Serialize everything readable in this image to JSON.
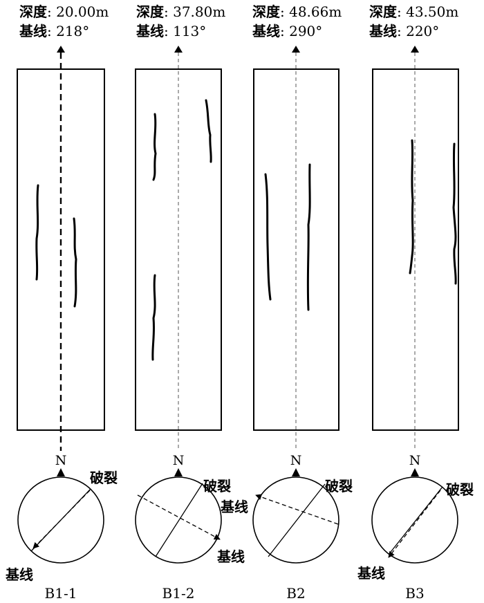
{
  "panels": [
    {
      "id": "B1-1",
      "depth_label": "深度",
      "depth_value": ": 20.00m",
      "baseline_label": "基线",
      "baseline_value": ": 218°",
      "north": "N",
      "fracture_label": "破裂",
      "baseline_tag": "基线",
      "name": "B1-1"
    },
    {
      "id": "B1-2",
      "depth_label": "深度",
      "depth_value": ": 37.80m",
      "baseline_label": "基线",
      "baseline_value": ": 113°",
      "north": "N",
      "fracture_label": "破裂",
      "baseline_tag": "基线",
      "name": "B1-2"
    },
    {
      "id": "B2",
      "depth_label": "深度",
      "depth_value": ": 48.66m",
      "baseline_label": "基线",
      "baseline_value": ": 290°",
      "north": "N",
      "fracture_label": "破裂",
      "baseline_tag": "基线",
      "name": "B2"
    },
    {
      "id": "B3",
      "depth_label": "深度",
      "depth_value": ": 43.50m",
      "baseline_label": "基线",
      "baseline_value": ": 220°",
      "north": "N",
      "fracture_label": "破裂",
      "baseline_tag": "基线",
      "name": "B3"
    }
  ],
  "colors": {
    "line": "#000000",
    "dash": "#555555"
  }
}
